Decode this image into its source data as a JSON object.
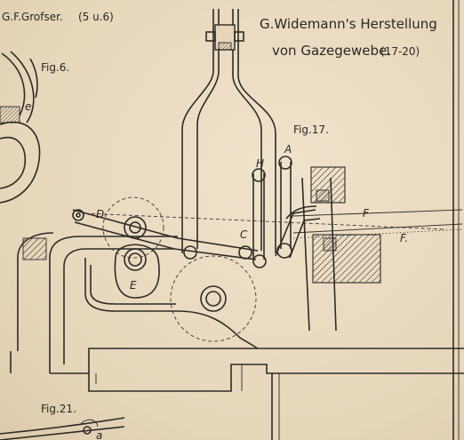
{
  "header": {
    "author_left": "G.F.Grofser.",
    "author_left_ref": "(5 u.6)",
    "title_line1": "G.Widemann's Herstellung",
    "title_line2": "von Gazegewebe.",
    "title_ref": "(17-20)"
  },
  "figures": {
    "fig6": "Fig.6.",
    "fig17": "Fig.17.",
    "fig21": "Fig.21."
  },
  "labels": {
    "A": "A",
    "H": "H",
    "C": "C",
    "D": "D",
    "E": "E",
    "F": "F",
    "F2": "F.",
    "e": "e",
    "a": "a"
  },
  "colors": {
    "paper": "#e9dcc2",
    "ink": "#2e2a26"
  }
}
